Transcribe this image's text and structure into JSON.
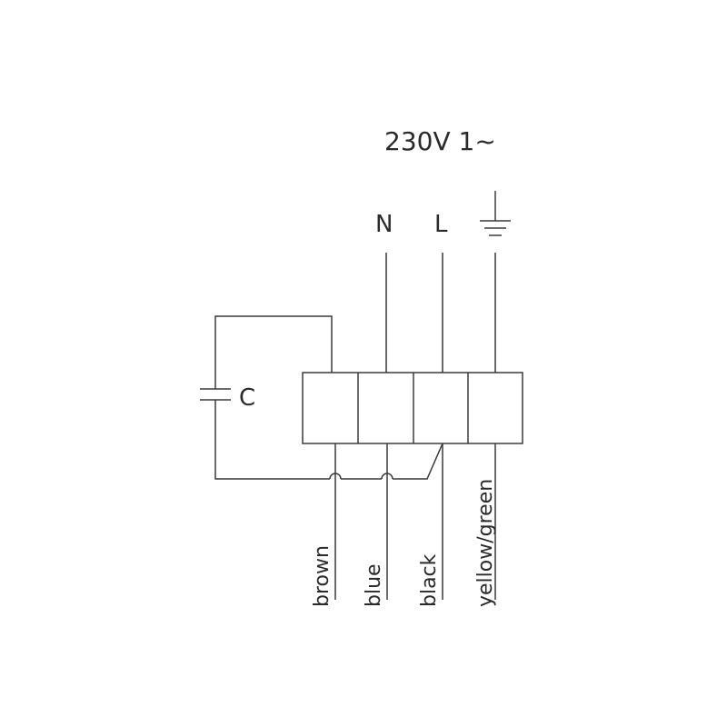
{
  "supply": {
    "label": "230V 1~"
  },
  "terminals": {
    "N": "N",
    "L": "L",
    "earth_icon": "earth-ground-icon"
  },
  "capacitor": {
    "label": "C",
    "icon": "capacitor-icon"
  },
  "wires": [
    {
      "label": "brown"
    },
    {
      "label": "blue"
    },
    {
      "label": "black"
    },
    {
      "label": "yellow/green"
    }
  ],
  "colors": {
    "line": "#3a3a3a",
    "text": "#2a2a2a"
  }
}
